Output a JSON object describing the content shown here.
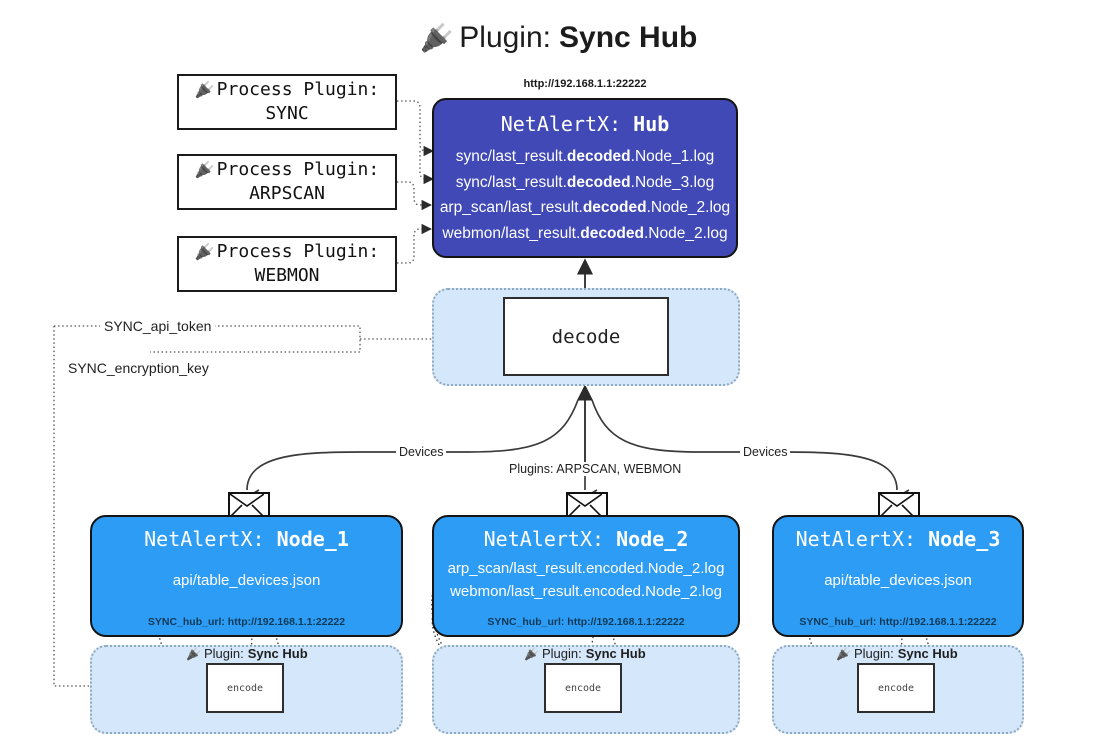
{
  "title": {
    "icon": "plug-icon",
    "prefix": "Plugin:",
    "name": "Sync Hub"
  },
  "process_plugins": [
    {
      "icon": "plug-icon",
      "header": "Process Plugin:",
      "name": "SYNC"
    },
    {
      "icon": "plug-icon",
      "header": "Process Plugin:",
      "name": "ARPSCAN"
    },
    {
      "icon": "plug-icon",
      "header": "Process Plugin:",
      "name": "WEBMON"
    }
  ],
  "hub": {
    "url": "http://192.168.1.1:22222",
    "title_prefix": "NetAlertX:",
    "title_name": "Hub",
    "files": [
      {
        "pre": "sync/last_result.",
        "em": "decoded",
        "post": ".Node_1.log"
      },
      {
        "pre": "sync/last_result.",
        "em": "decoded",
        "post": ".Node_3.log"
      },
      {
        "pre": "arp_scan/last_result.",
        "em": "decoded",
        "post": ".Node_2.log"
      },
      {
        "pre": "webmon/last_result.",
        "em": "decoded",
        "post": ".Node_2.log"
      }
    ]
  },
  "decode": {
    "label": "decode"
  },
  "secrets": [
    {
      "label": "SYNC_api_token"
    },
    {
      "label": "SYNC_encryption_key"
    }
  ],
  "edge_labels": {
    "devices_left": "Devices",
    "devices_right": "Devices",
    "plugins_center": "Plugins: ARPSCAN, WEBMON"
  },
  "nodes": [
    {
      "icon": "envelope-icon",
      "title_prefix": "NetAlertX:",
      "title_name": "Node_1",
      "lines": [
        "api/table_devices.json"
      ],
      "footer": "SYNC_hub_url: http://192.168.1.1:22222"
    },
    {
      "icon": "envelope-icon",
      "title_prefix": "NetAlertX:",
      "title_name": "Node_2",
      "lines": [
        "arp_scan/last_result.encoded.Node_2.log",
        "webmon/last_result.encoded.Node_2.log"
      ],
      "footer": "SYNC_hub_url: http://192.168.1.1:22222"
    },
    {
      "icon": "envelope-icon",
      "title_prefix": "NetAlertX:",
      "title_name": "Node_3",
      "lines": [
        "api/table_devices.json"
      ],
      "footer": "SYNC_hub_url: http://192.168.1.1:22222"
    }
  ],
  "encoders": [
    {
      "icon": "plug-icon",
      "plugin_prefix": "Plugin:",
      "plugin_name": "Sync Hub",
      "label": "encode"
    },
    {
      "icon": "plug-icon",
      "plugin_prefix": "Plugin:",
      "plugin_name": "Sync Hub",
      "label": "encode"
    },
    {
      "icon": "plug-icon",
      "plugin_prefix": "Plugin:",
      "plugin_name": "Sync Hub",
      "label": "encode"
    }
  ],
  "colors": {
    "hub_fill": "#4049b5",
    "node_fill": "#2d9cf5",
    "panel_fill": "#d5e7fa",
    "panel_border": "#8fa9bd",
    "stroke": "#333333",
    "background": "#ffffff"
  }
}
